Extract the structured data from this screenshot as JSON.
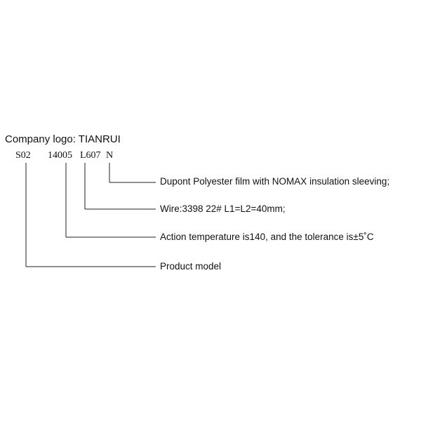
{
  "title": "Company logo: TIANRUI",
  "codes": [
    "S02",
    "14005",
    "L607",
    "N"
  ],
  "descriptions": [
    "Dupont Polyester film with NOMAX insulation sleeving;",
    "Wire:3398 22# L1=L2=40mm;",
    "Action temperature is140, and the tolerance is±5˚C",
    "Product model"
  ]
}
